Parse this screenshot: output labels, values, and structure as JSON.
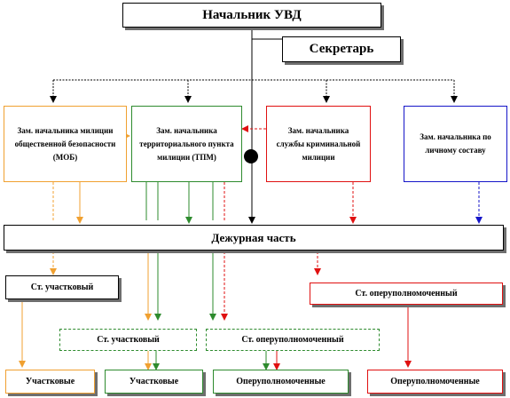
{
  "chart": {
    "head": "Начальник УВД",
    "secretary": "Секретарь",
    "deputies": {
      "mob": "Зам. начальника милиции общественной безопасности (МОБ)",
      "tpm": "Зам. начальника территориального пункта милиции (ТПМ)",
      "crim": "Зам. начальника службы криминальной милиции",
      "personnel": "Зам. начальника по личному составу"
    },
    "duty": "Дежурная часть",
    "sr_precinct_left": "Ст. участковый",
    "sr_operative_right": "Ст. оперуполномоченный",
    "sr_precinct_mid": "Ст. участковый",
    "sr_operative_mid": "Ст. оперуполномоченный",
    "precincts_1": "Участковые",
    "precincts_2": "Участковые",
    "operatives_1": "Оперуполномоченные",
    "operatives_2": "Оперуполномоченные"
  },
  "colors": {
    "black": "#000000",
    "orange": "#f0a030",
    "green": "#2e8b2e",
    "red": "#e01010",
    "blue": "#1515c8"
  }
}
